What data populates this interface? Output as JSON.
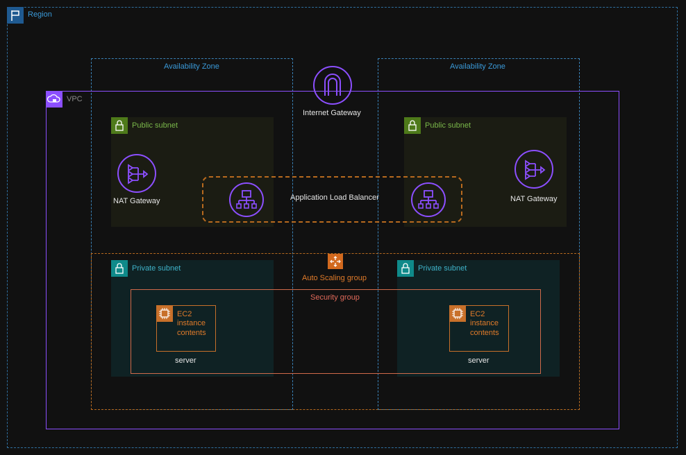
{
  "region": {
    "label": "Region",
    "icon": "flag-icon"
  },
  "availability_zones": [
    {
      "label": "Availability Zone"
    },
    {
      "label": "Availability Zone"
    }
  ],
  "internet_gateway": {
    "label": "Internet Gateway",
    "icon": "internet-gateway-icon"
  },
  "vpc": {
    "label": "VPC",
    "icon": "cloud-lock-icon"
  },
  "public_subnets": [
    {
      "label": "Public subnet",
      "icon": "lock-icon"
    },
    {
      "label": "Public subnet",
      "icon": "lock-icon"
    }
  ],
  "nat_gateways": [
    {
      "label": "NAT Gateway",
      "icon": "nat-gateway-icon"
    },
    {
      "label": "NAT Gateway",
      "icon": "nat-gateway-icon"
    }
  ],
  "load_balancer": {
    "label": "Application Load Balancer",
    "icon": "load-balancer-icon"
  },
  "private_subnets": [
    {
      "label": "Private subnet",
      "icon": "lock-icon"
    },
    {
      "label": "Private subnet",
      "icon": "lock-icon"
    }
  ],
  "auto_scaling_group": {
    "label": "Auto Scaling group",
    "icon": "auto-scaling-icon"
  },
  "security_group": {
    "label": "Security group"
  },
  "ec2_instances": [
    {
      "label_lines": [
        "EC2",
        "instance",
        "contents"
      ],
      "caption": "server",
      "icon": "chip-icon"
    },
    {
      "label_lines": [
        "EC2",
        "instance",
        "contents"
      ],
      "caption": "server",
      "icon": "chip-icon"
    }
  ],
  "colors": {
    "background": "#111111",
    "region": "#2f6f9f",
    "vpc": "#8c4fff",
    "public_subnet": "#7ab84a",
    "private_subnet": "#3fb3c9",
    "auto_scaling": "#e07b2a",
    "security_group": "#e06a5a"
  }
}
